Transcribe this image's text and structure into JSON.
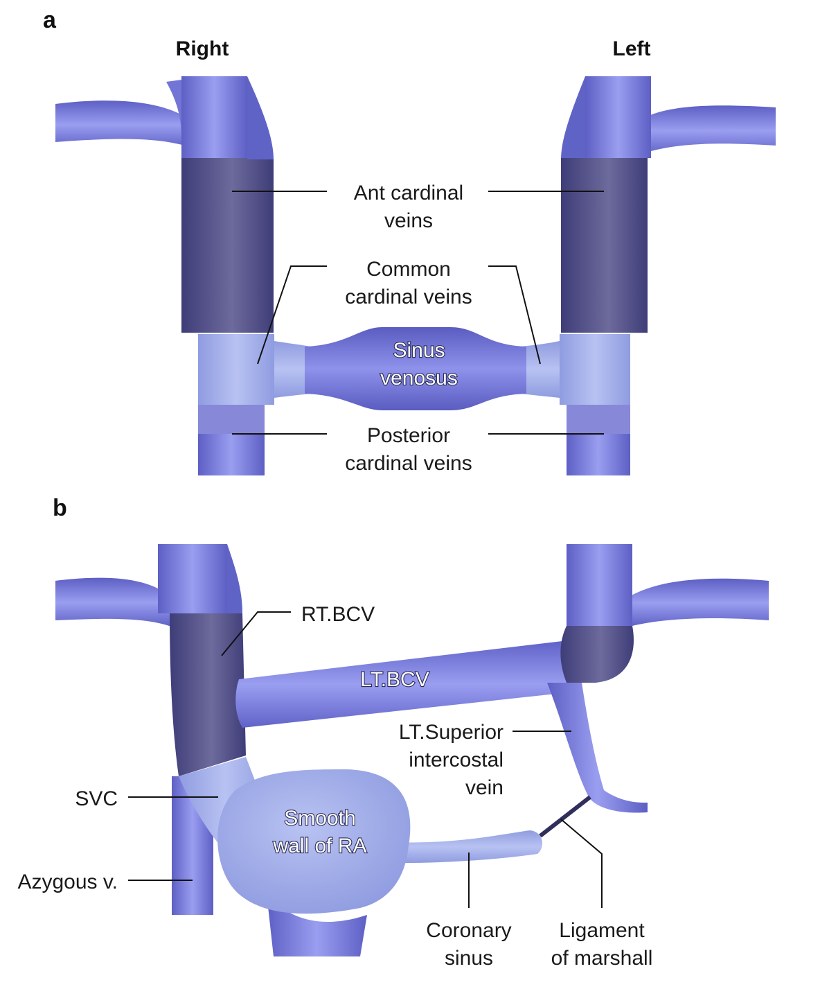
{
  "panels": [
    {
      "letter": "a",
      "side_labels": {
        "right": "Right",
        "left": "Left"
      },
      "labels": {
        "ant_cardinal": [
          "Ant cardinal",
          "veins"
        ],
        "common_cardinal": [
          "Common",
          "cardinal veins"
        ],
        "sinus_venosus": [
          "Sinus",
          "venosus"
        ],
        "posterior_cardinal": [
          "Posterior",
          "cardinal veins"
        ]
      }
    },
    {
      "letter": "b",
      "labels": {
        "rt_bcv": "RT.BCV",
        "lt_bcv": "LT.BCV",
        "lt_superior_intercostal": [
          "LT.Superior",
          "intercostal",
          "vein"
        ],
        "svc": "SVC",
        "smooth_wall_ra": [
          "Smooth",
          "wall of RA"
        ],
        "azygous": "Azygous v.",
        "coronary_sinus": [
          "Coronary",
          "sinus"
        ],
        "ligament_marshall": [
          "Ligament",
          "of marshall"
        ]
      }
    }
  ],
  "colors": {
    "vein": "#7c7fdc",
    "vein_light": "#a9b3ec",
    "vein_dark": "#56548e",
    "outline": "#2f2e5c"
  }
}
